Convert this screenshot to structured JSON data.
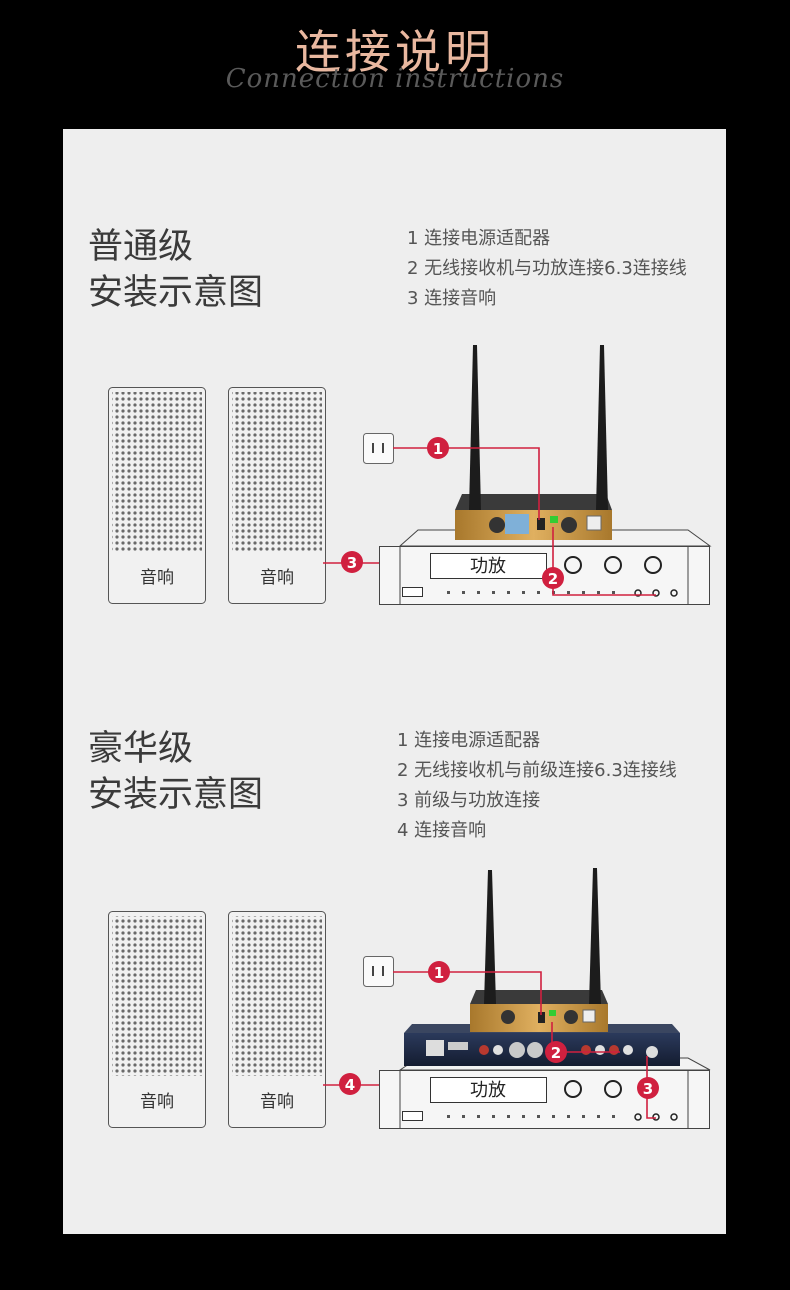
{
  "header": {
    "title": "连接说明",
    "subtitle": "Connection instructions"
  },
  "basic": {
    "title_line1": "普通级",
    "title_line2": "安装示意图",
    "steps": [
      "1  连接电源适配器",
      "2 无线接收机与功放连接6.3连接线",
      "3 连接音响"
    ],
    "speaker_label": "音响",
    "amp_label": "功放",
    "markers": [
      "1",
      "2",
      "3"
    ]
  },
  "deluxe": {
    "title_line1": "豪华级",
    "title_line2": "安装示意图",
    "steps": [
      "1  连接电源适配器",
      "2 无线接收机与前级连接6.3连接线",
      "3 前级与功放连接",
      "4 连接音响"
    ],
    "speaker_label": "音响",
    "amp_label": "功放",
    "markers": [
      "1",
      "2",
      "3",
      "4"
    ]
  },
  "colors": {
    "title": "#e9b8a0",
    "marker": "#d0203f",
    "panel": "#eeeeee",
    "receiver_gold": "#c8953a"
  }
}
